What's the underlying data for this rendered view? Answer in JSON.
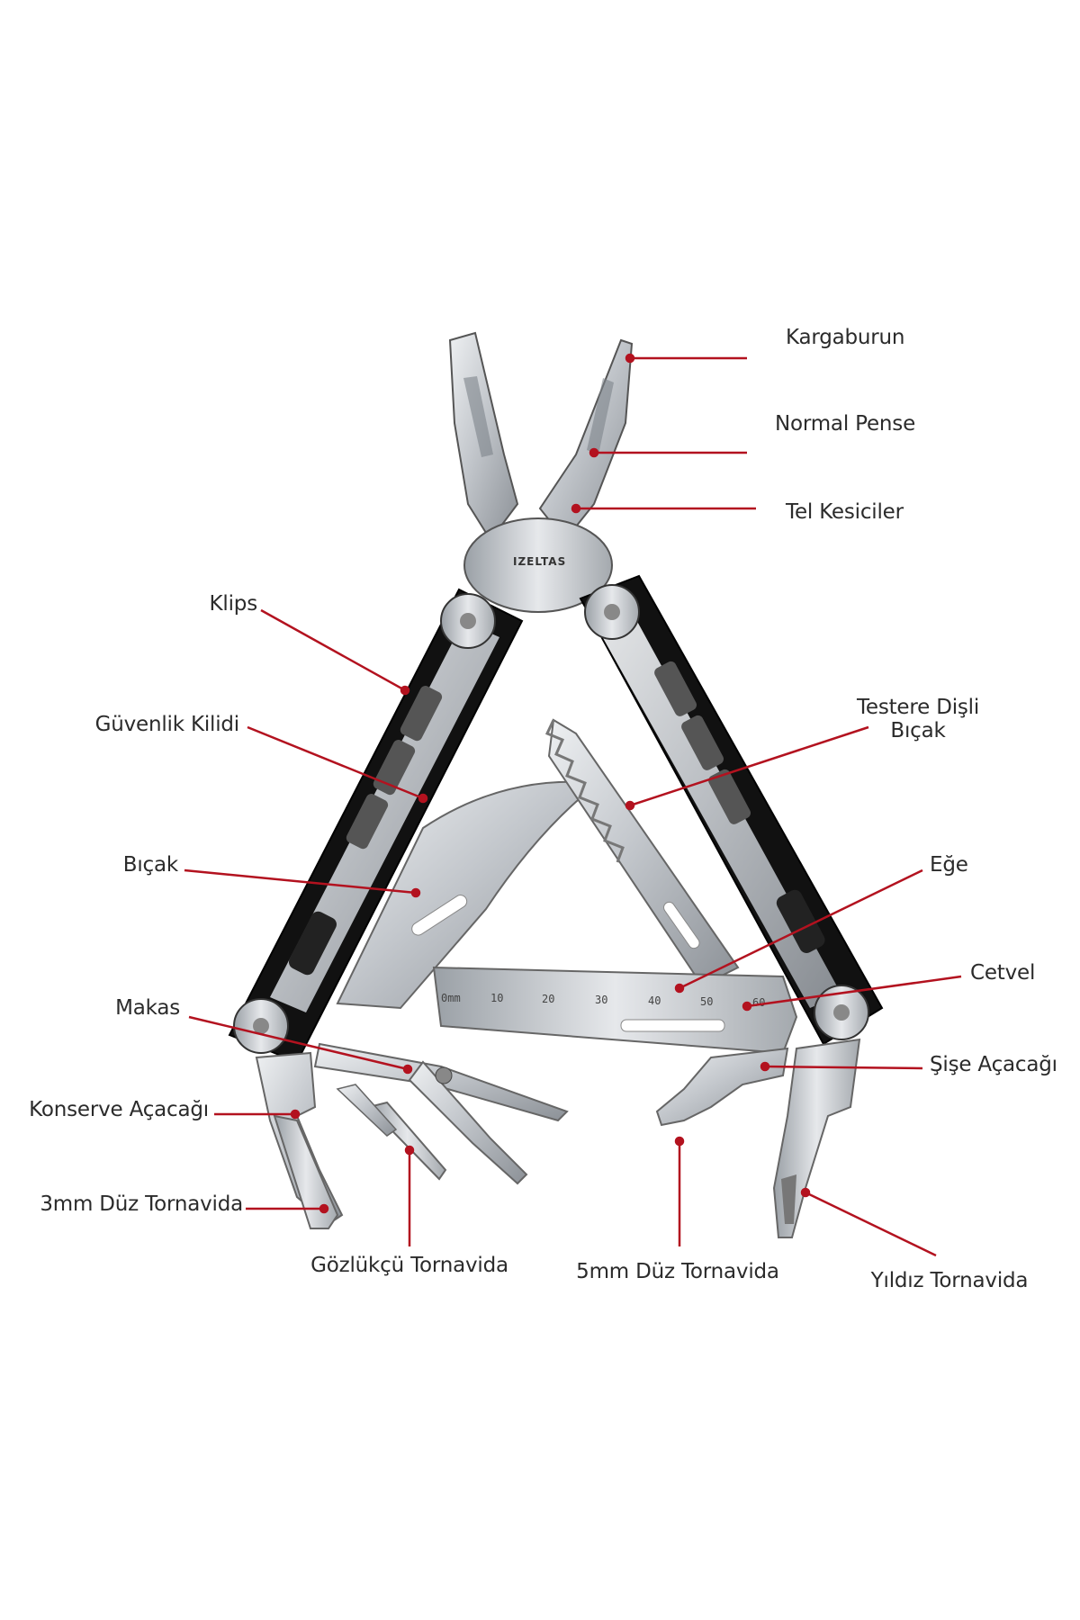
{
  "brand": "IZELTAS",
  "ruler_ticks": [
    "0mm",
    "10",
    "20",
    "30",
    "40",
    "50",
    "60"
  ],
  "colors": {
    "leader": "#b3121f",
    "handle": "#111111",
    "steel": "#c9ccd0"
  },
  "labels": {
    "kargaburun": "Kargaburun",
    "normal_pense": "Normal Pense",
    "tel_kesiciler": "Tel Kesiciler",
    "klips": "Klips",
    "testere_1": "Testere Dişli",
    "testere_2": "Bıçak",
    "guvenlik": "Güvenlik Kilidi",
    "bicak": "Bıçak",
    "ege": "Eğe",
    "cetvel": "Cetvel",
    "makas": "Makas",
    "sise": "Şişe Açacağı",
    "konserve": "Konserve Açacağı",
    "duz3": "3mm Düz Tornavida",
    "gozlukcu": "Gözlükçü Tornavida",
    "duz5": "5mm Düz Tornavida",
    "yildiz": "Yıldız Tornavida"
  }
}
